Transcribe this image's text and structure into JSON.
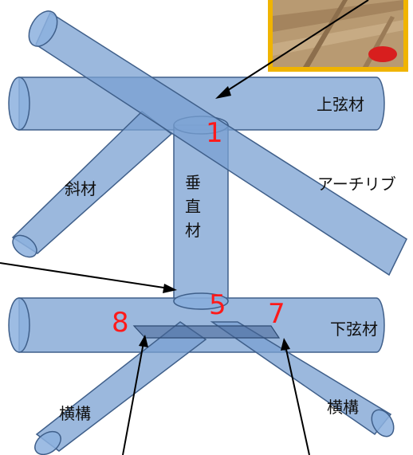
{
  "labels": {
    "upper_chord": "上弦材",
    "diagonal": "斜材",
    "vertical_1": "垂",
    "vertical_2": "直",
    "vertical_3": "材",
    "arch_rib": "アーチリブ",
    "lower_chord": "下弦材",
    "lateral_left": "横構",
    "lateral_right": "横構"
  },
  "joint_numbers": {
    "n1": "1",
    "n5": "5",
    "n7": "7",
    "n8": "8"
  },
  "colors": {
    "pipe": "#7aa0d2",
    "outline": "#3f5f8a",
    "number": "#ff1a1a",
    "photo_border": "#f0b400"
  },
  "photo": {
    "description_icon": "rust-corrosion-photo"
  }
}
